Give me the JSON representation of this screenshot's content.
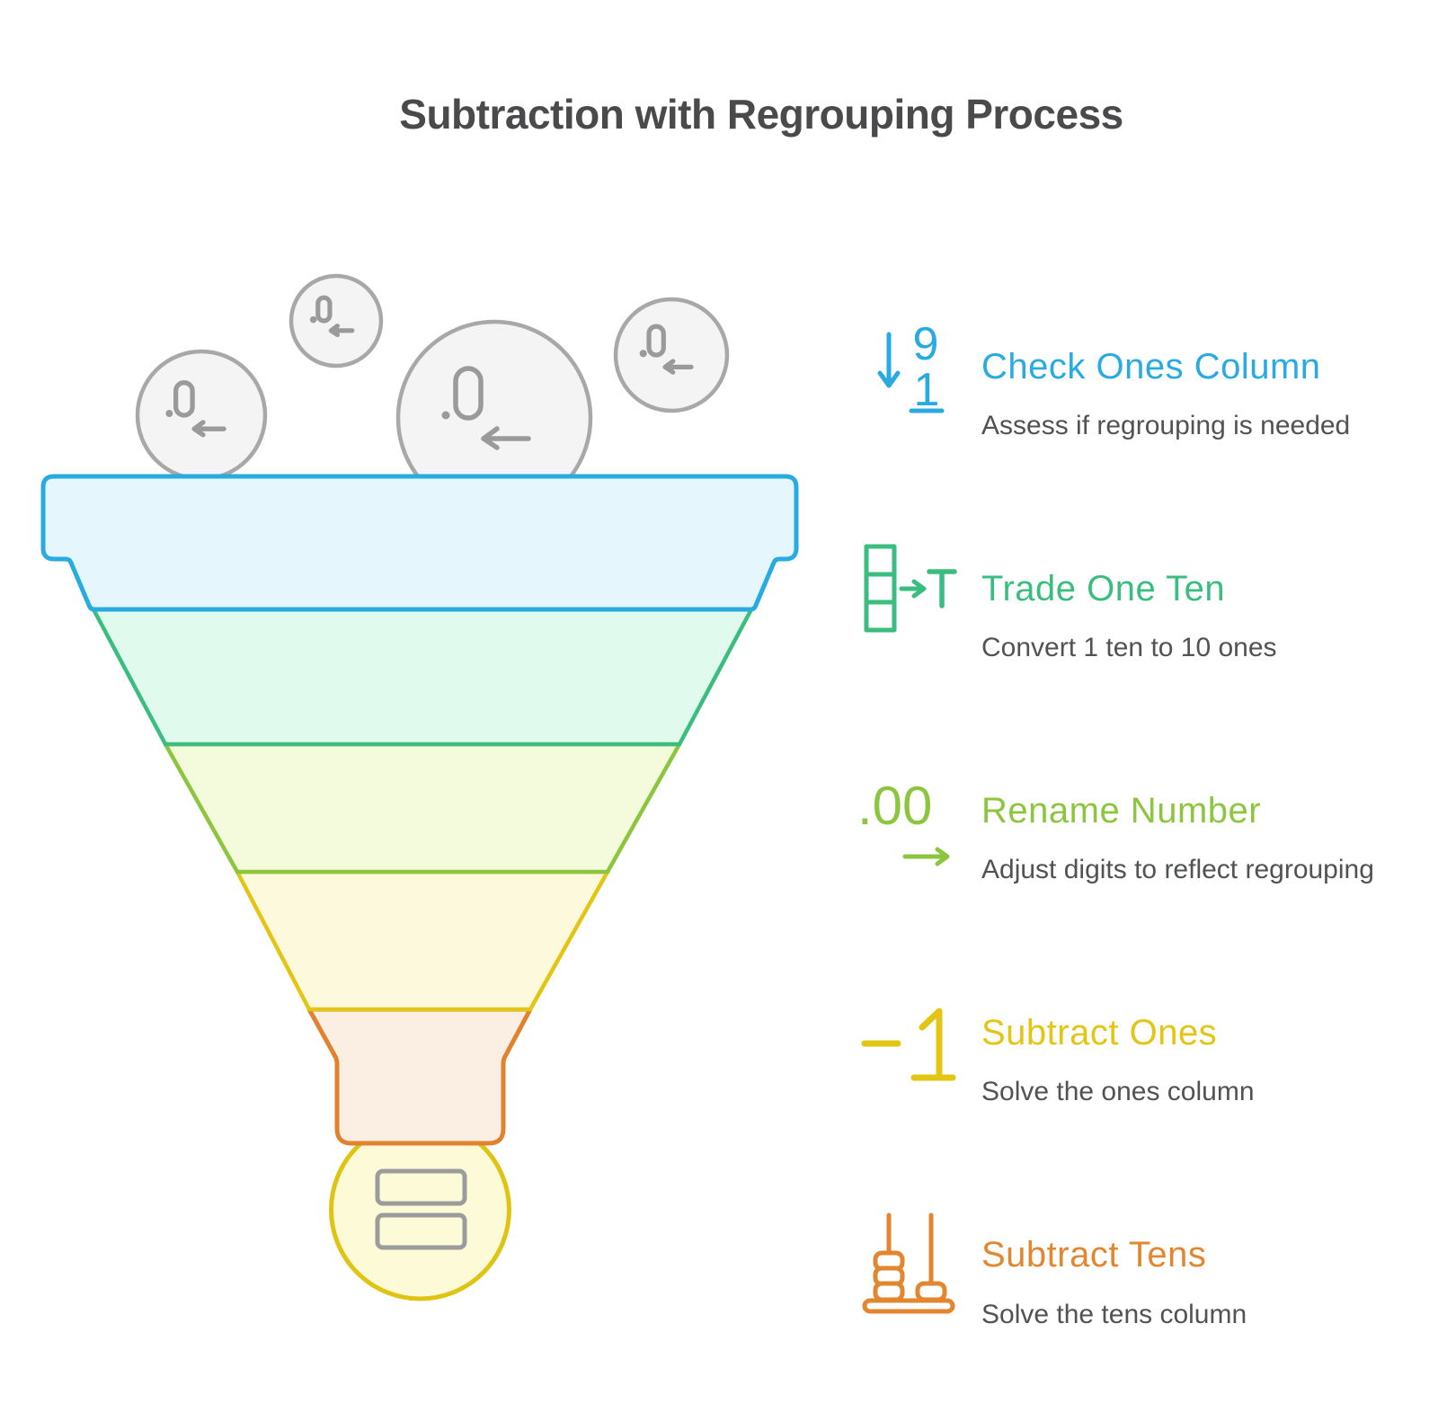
{
  "title": "Subtraction with Regrouping Process",
  "palette": {
    "heading": "#4A4A4C",
    "subtitle_gray": "#515254",
    "blue": "#29ABE2",
    "green": "#3CBD80",
    "lightgreen": "#8CC63F",
    "yellow": "#E4C514",
    "orange": "#E2872F",
    "orange_deep": "#E0822E",
    "bulb_stroke": "#E0C414",
    "equals_stroke": "#9C9C9C",
    "bubble_stroke": "#A8A8A8",
    "bubble_fill": "#F4F4F4",
    "glyph_gray": "#9A9A9A",
    "fill_blue": "#E6F6FD",
    "fill_green": "#E0FAEE",
    "fill_lightgreen": "#F4FADC",
    "fill_yellow": "#FDF9DC",
    "fill_orange": "#FBEEE2",
    "fill_bulb": "#FDFAD8"
  },
  "steps": [
    {
      "id": "check-ones-column",
      "label": "Check Ones Column",
      "description": "Assess if regrouping is needed",
      "color": "#29ABE2",
      "icon": "column-digits-down-arrow-icon"
    },
    {
      "id": "trade-one-ten",
      "label": "Trade One Ten",
      "description": "Convert 1 ten to 10 ones",
      "color": "#3CBD80",
      "icon": "base-ten-rod-arrow-t-icon"
    },
    {
      "id": "rename-number",
      "label": "Rename Number",
      "description": "Adjust digits to reflect regrouping",
      "color": "#8CC63F",
      "icon": "point-zero-zero-arrow-icon"
    },
    {
      "id": "subtract-ones",
      "label": "Subtract Ones",
      "description": "Solve the ones column",
      "color": "#E4C514",
      "icon": "minus-one-icon"
    },
    {
      "id": "subtract-tens",
      "label": "Subtract Tens",
      "description": "Solve the tens column",
      "color": "#E2872F",
      "icon": "abacus-icon"
    }
  ],
  "icon_glyphs": {
    "digit_nine": "9",
    "digit_one": "1",
    "trade_letter": "T",
    "rename_digits": ".00"
  },
  "funnel": {
    "segment_count": 5,
    "bubble_count": 4,
    "bubble_glyph": ".0",
    "outlet_symbol": "="
  }
}
